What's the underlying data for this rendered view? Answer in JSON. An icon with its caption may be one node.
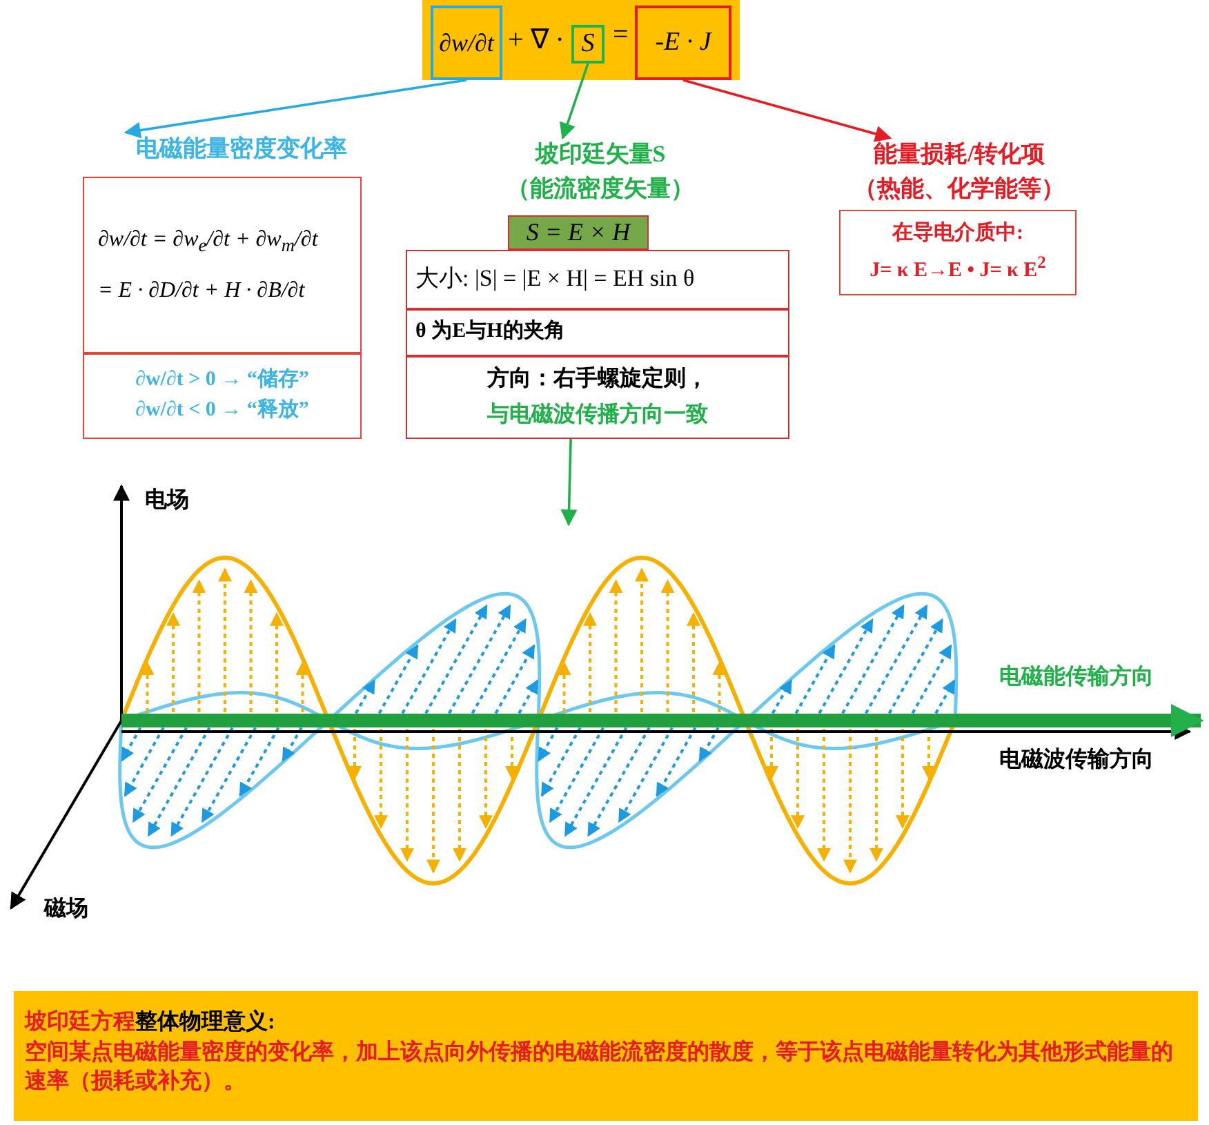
{
  "diagram": {
    "nodes": [
      {
        "text": [
          "+ ∇ ·",
          "="
        ]
      },
      {
        "text": [
          "∂w/∂t"
        ],
        "in": 0
      },
      {
        "text": [
          "S"
        ],
        "in": 0
      },
      {
        "text": [
          "-E · J"
        ],
        "in": 0
      },
      {
        "text": [
          "电磁能量密度变化率"
        ]
      },
      {
        "text": [
          "∂w/∂t = ∂w$_{e}$/∂t + ∂w$_{m}$/∂t",
          "= E · ∂D/∂t + H · ∂B/∂t"
        ]
      },
      {
        "text": [
          "∂w/∂t > 0 → “储存”",
          "∂w/∂t < 0 → “释放”"
        ]
      },
      {
        "text": [
          "坡印廷矢量S",
          "（能流密度矢量）"
        ]
      },
      {
        "text": [
          "S = E × H"
        ]
      },
      {
        "text": [
          "大小: |S| = |E × H| = EH sin θ"
        ]
      },
      {
        "text": [
          "θ 为E与H的夹角"
        ]
      },
      {
        "text": [
          "方向：右手螺旋定则，",
          "与电磁波传播方向一致"
        ]
      },
      {
        "text": [
          "能量损耗/转化项",
          "（热能、化学能等）"
        ]
      },
      {
        "text": [
          "在导电介质中:",
          "J= κ E→E • J= κ E$^{2}$"
        ]
      },
      {
        "text": [
          "坡印廷方程",
          "整体物理意义:",
          "空间某点电磁能量密度的变化率，加上该点向外传播的电磁能流密度的散度，等于该点电磁能量转化为其他形式能量的速率（损耗或补充）。"
        ]
      }
    ],
    "edges": [
      {
        "from": 1,
        "to": 4,
        "arrow": "to",
        "color": "#29a9e0"
      },
      {
        "from": 2,
        "to": 7,
        "arrow": "to",
        "color": "#22b04b"
      },
      {
        "from": 3,
        "to": 12,
        "arrow": "to",
        "color": "#e51c23"
      },
      {
        "from": 11,
        "to": null,
        "arrow": "to",
        "color": "#22b04b"
      }
    ],
    "labels": [
      "电场",
      "磁场",
      "电磁能传输方向",
      "电磁波传输方向"
    ]
  }
}
